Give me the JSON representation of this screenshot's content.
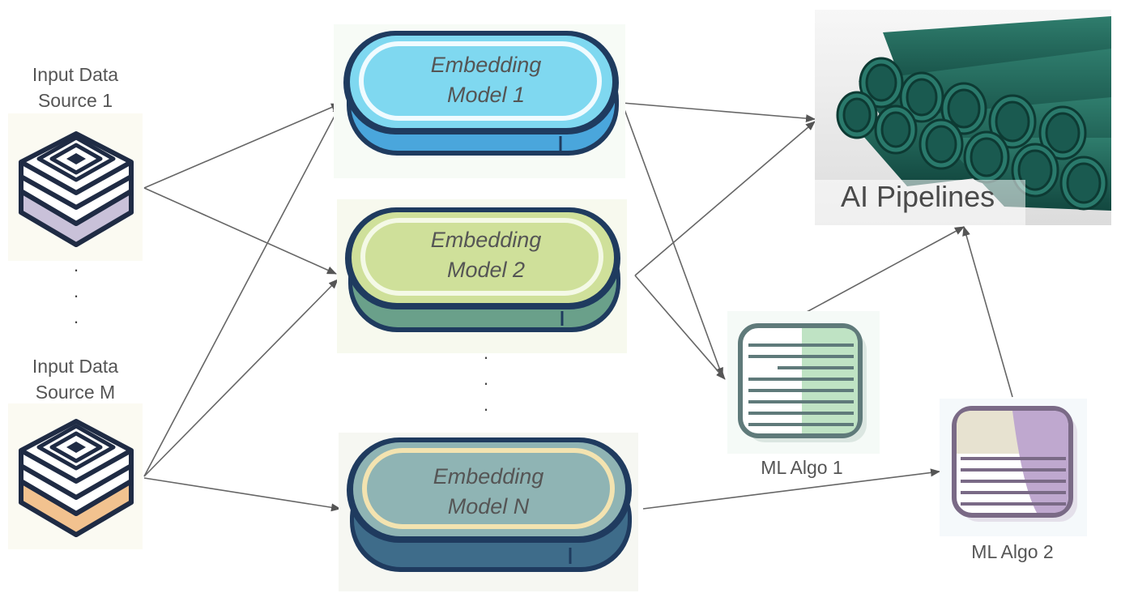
{
  "sources": [
    {
      "line1": "Input Data",
      "line2": "Source 1",
      "icon": "layered-cube-icon",
      "accent": "#c9c1d9"
    },
    {
      "line1": "Input Data",
      "line2": "Source M",
      "icon": "layered-cube-icon",
      "accent": "#f2c28f"
    }
  ],
  "source_ellipsis": [
    ".",
    ".",
    "."
  ],
  "models": [
    {
      "line1": "Embedding",
      "line2": "Model 1",
      "color_top": "#7fd8f0",
      "color_side": "#4aa6dc"
    },
    {
      "line1": "Embedding",
      "line2": "Model 2",
      "color_top": "#cfe09a",
      "color_side": "#6aa08a"
    },
    {
      "line1": "Embedding",
      "line2": "Model N",
      "color_top": "#8fb4b4",
      "color_side": "#3e6c8a"
    }
  ],
  "model_ellipsis": [
    ".",
    ".",
    "."
  ],
  "pipelines": {
    "title": "AI Pipelines",
    "icon": "pipes-icon"
  },
  "algos": [
    {
      "label": "ML Algo 1",
      "icon": "document-lines-icon",
      "accent": "#bfe3c4"
    },
    {
      "label": "ML Algo 2",
      "icon": "document-lines-icon",
      "accent": "#bfa8cf"
    }
  ]
}
